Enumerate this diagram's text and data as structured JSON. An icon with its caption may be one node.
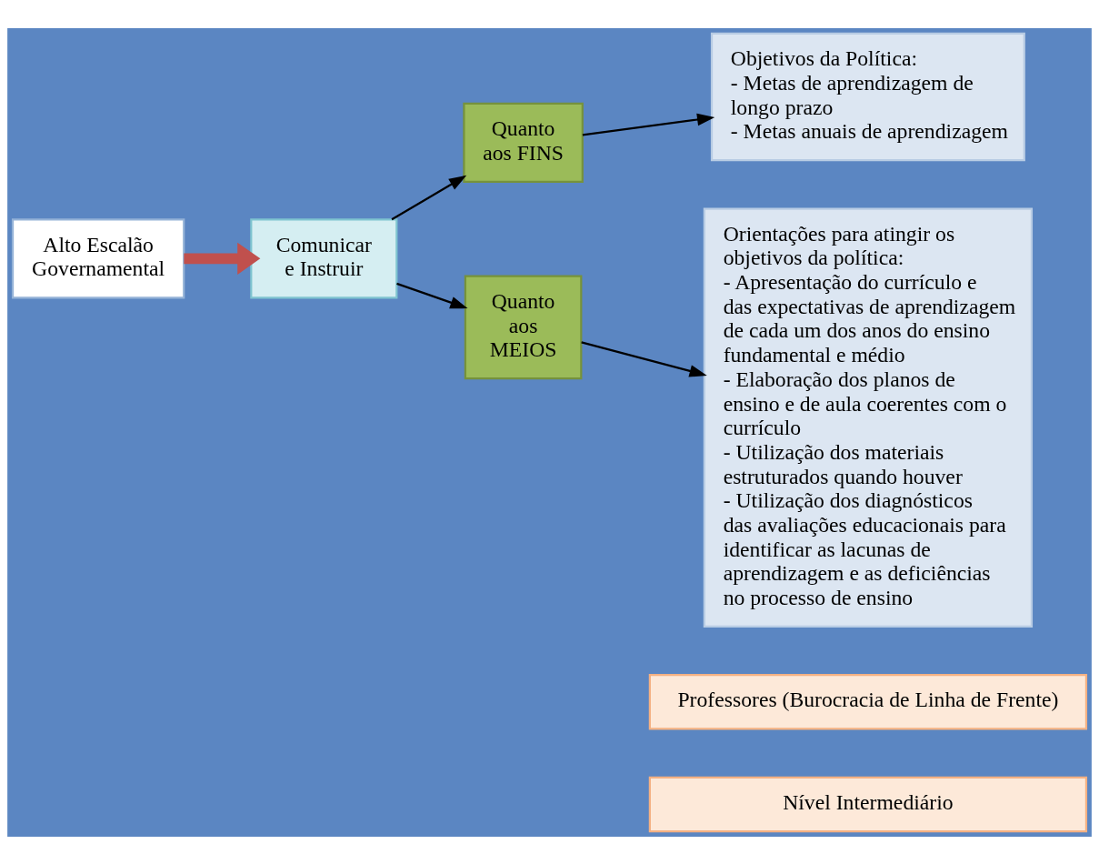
{
  "diagram": {
    "nodes": [
      {
        "text": [
          "Nível Intermediário"
        ]
      },
      {
        "text": [
          "Professores (Burocracia de Linha de Frente)"
        ]
      },
      {
        "text": [
          "Alto Escalão Governamental"
        ]
      },
      {
        "text": [
          "Comunicar e Instruir"
        ]
      },
      {
        "text": [
          "Quanto aos FINS"
        ]
      },
      {
        "text": [
          "Quanto aos MEIOS"
        ]
      },
      {
        "text": [
          "Objetivos da Política:",
          "- Metas de aprendizagem de longo prazo",
          "- Metas anuais de aprendizagem"
        ]
      },
      {
        "text": [
          "Orientações para atingir os objetivos da política:",
          "- Apresentação do currículo e das expectativas de aprendizagem de cada um dos anos do ensino fundamental e médio",
          "- Elaboração dos planos de ensino e de aula coerentes com o currículo",
          "- Utilização dos materiais estruturados quando houver",
          "- Utilização dos diagnósticos das avaliações educacionais para identificar as lacunas de aprendizagem e as deficiências no processo de ensino"
        ]
      }
    ],
    "edges": [
      {
        "from": 2,
        "to": 3,
        "arrow": "to",
        "style": "thick",
        "color": "#c0504d"
      },
      {
        "from": 3,
        "to": 4,
        "arrow": "to"
      },
      {
        "from": 3,
        "to": 5,
        "arrow": "to"
      },
      {
        "from": 4,
        "to": 6,
        "arrow": "to"
      },
      {
        "from": 5,
        "to": 7,
        "arrow": "to"
      }
    ]
  }
}
